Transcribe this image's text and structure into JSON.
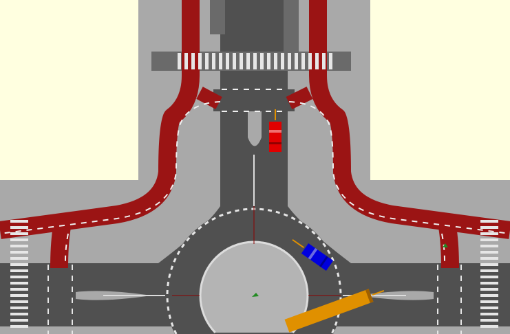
{
  "colors": {
    "background": "#a9a9a9",
    "block": "#ffffe0",
    "road": "#505050",
    "bike_lane": "#9b1414",
    "marking": "#e6e6e6",
    "island": "#b4b4b4"
  },
  "vehicles": [
    {
      "type": "car",
      "color": "#e00000",
      "heading": "north"
    },
    {
      "type": "car",
      "color": "#0000dd",
      "heading": "north-west"
    },
    {
      "type": "bus",
      "color": "#e09000",
      "heading": "east"
    }
  ],
  "pedestrians": [
    {
      "color": "#228b22"
    },
    {
      "color": "#228b22"
    }
  ]
}
